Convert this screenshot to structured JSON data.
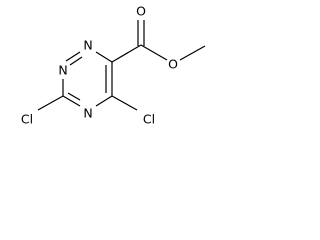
{
  "molecule": {
    "atom_labels": {
      "n_top": "N",
      "n_left": "N",
      "n_bottom": "N",
      "cl_left": "Cl",
      "cl_right": "Cl",
      "o_carbonyl": "O",
      "o_ester": "O"
    },
    "colors": {
      "background": "#ffffff",
      "ink": "#000000"
    }
  }
}
